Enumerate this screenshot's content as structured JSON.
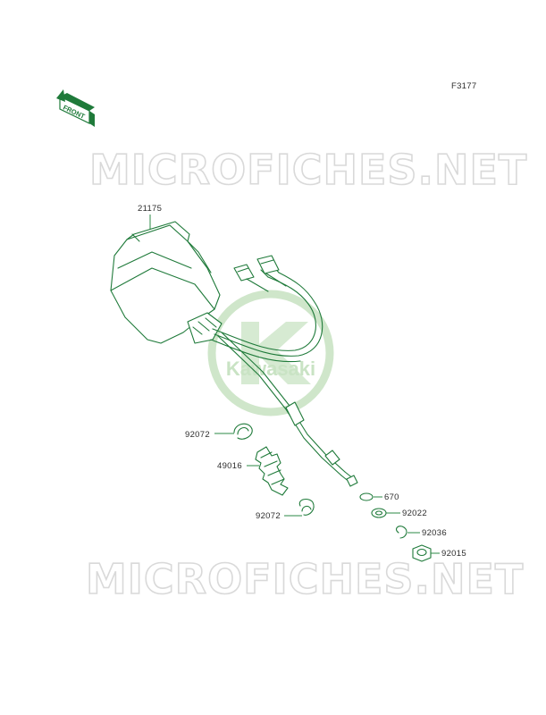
{
  "figure_code": "F3177",
  "front_badge": "FRONT",
  "watermark": "MICROFICHES.NET",
  "logo_brand": "Kawasaki",
  "colors": {
    "part_line": "#1f7a3a",
    "label_text": "#2d2d2d",
    "watermark": "#d9d9d9",
    "logo": "#c9e3c4"
  },
  "part_labels": [
    "21175",
    "92072",
    "49016",
    "92072",
    "670",
    "92022",
    "92036",
    "92015"
  ]
}
